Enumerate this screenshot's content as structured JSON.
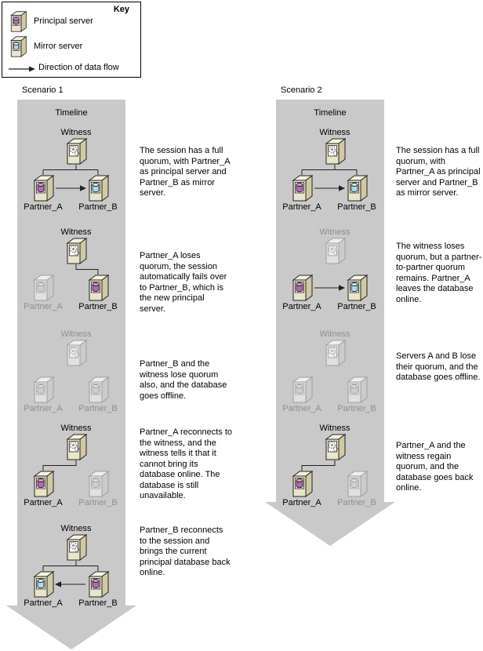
{
  "key": {
    "title": "Key",
    "items": [
      {
        "icon": "principal-server-icon",
        "label": "Principal server"
      },
      {
        "icon": "mirror-server-icon",
        "label": "Mirror server"
      },
      {
        "icon": "data-flow-arrow-icon",
        "label": "Direction of data flow"
      }
    ]
  },
  "colors": {
    "principal_badge": "#b964b9",
    "mirror_badge": "#a9dcec",
    "server_beige": "#e9e5c9",
    "offline_gray": "#cfcfcf",
    "timeline_gray": "#c9c9c9"
  },
  "scenario1": {
    "label": "Scenario 1",
    "timeline_label": "Timeline",
    "stages": [
      {
        "witness_label": "Witness",
        "partner_a_label": "Partner_A",
        "partner_b_label": "Partner_B",
        "witness": "online",
        "partner_a": "principal",
        "partner_b": "mirror",
        "witness_link": "both",
        "data_flow": "a_to_b",
        "description": "The session has a full quorum, with Partner_A as principal server and Partner_B as mirror server."
      },
      {
        "witness_label": "Witness",
        "partner_a_label": "Partner_A",
        "partner_b_label": "Partner_B",
        "witness": "online",
        "partner_a": "offline",
        "partner_b": "principal",
        "witness_link": "b",
        "data_flow": "none",
        "description": "Partner_A loses quorum, the session automatically fails over to Partner_B, which is the new principal server."
      },
      {
        "witness_label": "Witness",
        "partner_a_label": "Partner_A",
        "partner_b_label": "Partner_B",
        "witness": "offline",
        "partner_a": "offline",
        "partner_b": "offline",
        "witness_link": "none",
        "data_flow": "none",
        "description": "Partner_B and the witness lose quorum also, and the database goes offline."
      },
      {
        "witness_label": "Witness",
        "partner_a_label": "Partner_A",
        "partner_b_label": "Partner_B",
        "witness": "online",
        "partner_a": "principal",
        "partner_b": "offline",
        "witness_link": "a",
        "data_flow": "none",
        "description": "Partner_A reconnects to the witness, and the witness tells it that it cannot bring its database online. The database is still unavailable."
      },
      {
        "witness_label": "Witness",
        "partner_a_label": "Partner_A",
        "partner_b_label": "Partner_B",
        "witness": "online",
        "partner_a": "mirror",
        "partner_b": "principal",
        "witness_link": "both",
        "data_flow": "b_to_a",
        "description": "Partner_B reconnects to the session and brings the current principal database back online."
      }
    ]
  },
  "scenario2": {
    "label": "Scenario 2",
    "timeline_label": "Timeline",
    "stages": [
      {
        "witness_label": "Witness",
        "partner_a_label": "Partner_A",
        "partner_b_label": "Partner_B",
        "witness": "online",
        "partner_a": "principal",
        "partner_b": "mirror",
        "witness_link": "both",
        "data_flow": "a_to_b",
        "description": "The session has a full quorum, with Partner_A as principal server and Partner_B as mirror server."
      },
      {
        "witness_label": "Witness",
        "partner_a_label": "Partner_A",
        "partner_b_label": "Partner_B",
        "witness": "offline",
        "partner_a": "principal",
        "partner_b": "mirror",
        "witness_link": "none",
        "data_flow": "a_to_b",
        "description": "The witness loses quorum, but a partner-to-partner quorum remains. Partner_A leaves the database online."
      },
      {
        "witness_label": "Witness",
        "partner_a_label": "Partner_A",
        "partner_b_label": "Partner_B",
        "witness": "offline",
        "partner_a": "offline",
        "partner_b": "offline",
        "witness_link": "none",
        "data_flow": "none",
        "description": "Servers A and B lose their quorum, and the database goes offline."
      },
      {
        "witness_label": "Witness",
        "partner_a_label": "Partner_A",
        "partner_b_label": "Partner_B",
        "witness": "online",
        "partner_a": "principal",
        "partner_b": "offline",
        "witness_link": "a",
        "data_flow": "none",
        "description": "Partner_A and the witness regain quorum, and the database goes back online."
      }
    ]
  }
}
